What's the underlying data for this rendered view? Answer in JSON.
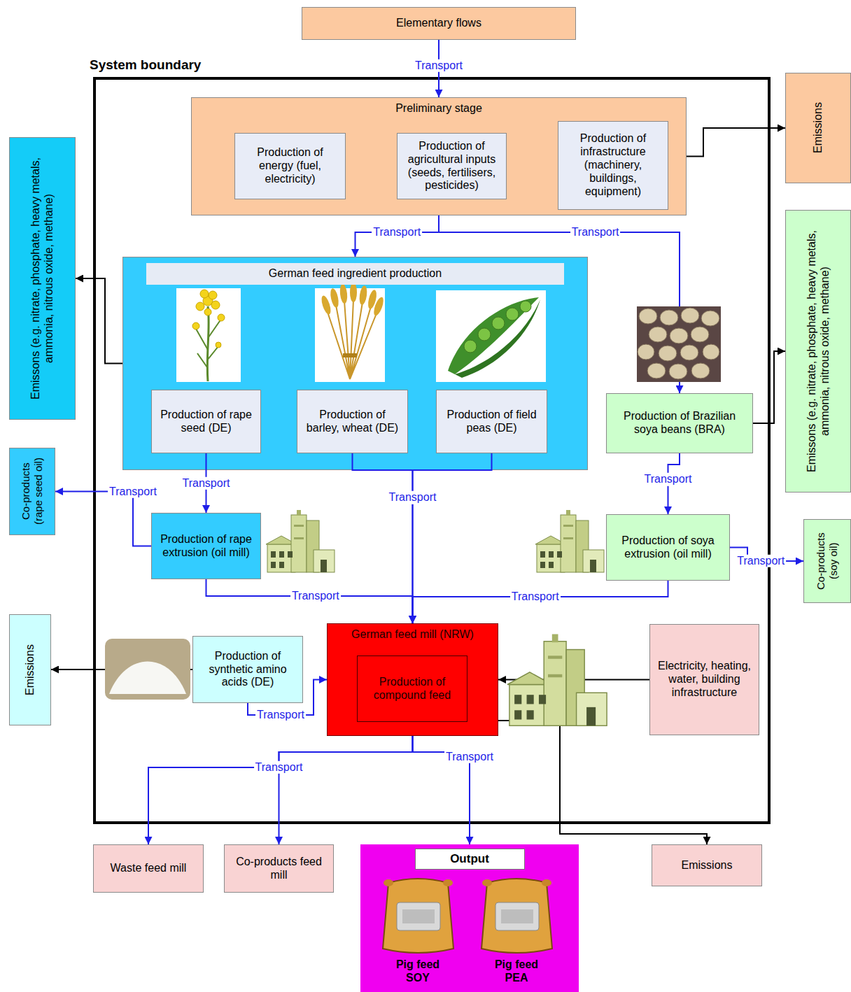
{
  "diagram": {
    "nodes": [
      {
        "text": [
          "Elementary flows"
        ]
      },
      {
        "text": [
          "System boundary"
        ]
      },
      {
        "text": [
          "Preliminary stage"
        ],
        "in": 1
      },
      {
        "text": [
          "Production of energy (fuel, electricity)"
        ],
        "in": 2
      },
      {
        "text": [
          "Production of agricultural inputs (seeds, fertilisers, pesticides)"
        ],
        "in": 2
      },
      {
        "text": [
          "Production of infrastructure (machinery, buildings, equipment)"
        ],
        "in": 2
      },
      {
        "text": [
          "Emissions"
        ]
      },
      {
        "text": [
          "Emissons (e.g. nitrate, phosphate, heavy metals, ammonia, nitrous oxide, methane)"
        ]
      },
      {
        "text": [
          "German feed ingredient production"
        ],
        "in": 1
      },
      {
        "text": [
          "Production of rape seed (DE)"
        ],
        "in": 8
      },
      {
        "text": [
          "Production of barley, wheat (DE)"
        ],
        "in": 8
      },
      {
        "text": [
          "Production of field peas (DE)"
        ],
        "in": 8
      },
      {
        "text": [
          "Production of Brazilian soya beans (BRA)"
        ],
        "in": 1
      },
      {
        "text": [
          "Emissons (e.g. nitrate, phosphate, heavy metals, ammonia, nitrous oxide, methane)"
        ]
      },
      {
        "text": [
          "Co-products (rape seed oil)"
        ]
      },
      {
        "text": [
          "Production of rape extrusion (oil mill)"
        ],
        "in": 1
      },
      {
        "text": [
          "Production of soya extrusion (oil mill)"
        ],
        "in": 1
      },
      {
        "text": [
          "Co-products (soy oil)"
        ]
      },
      {
        "text": [
          "Emissions"
        ]
      },
      {
        "text": [
          "Production of synthetic amino acids (DE)"
        ],
        "in": 1
      },
      {
        "text": [
          "German feed mill (NRW)"
        ],
        "in": 1
      },
      {
        "text": [
          "Production of compound feed"
        ],
        "in": 20
      },
      {
        "text": [
          "Electricity, heating, water, building infrastructure"
        ],
        "in": 1
      },
      {
        "text": [
          "Waste feed mill"
        ]
      },
      {
        "text": [
          "Co-products feed mill"
        ]
      },
      {
        "text": [
          "Output"
        ]
      },
      {
        "text": [
          "Emissions"
        ]
      }
    ],
    "edges": [
      {
        "from": 0,
        "to": 2,
        "label": "Transport",
        "arrow": "to"
      },
      {
        "from": 2,
        "to": 6,
        "arrow": "to"
      },
      {
        "from": 2,
        "to": 8,
        "label": "Transport",
        "arrow": "to"
      },
      {
        "from": 2,
        "to": 12,
        "label": "Transport",
        "arrow": "to"
      },
      {
        "from": 8,
        "to": 7,
        "arrow": "to"
      },
      {
        "from": 12,
        "to": 13,
        "arrow": "to"
      },
      {
        "from": 9,
        "to": 15,
        "label": "Transport",
        "arrow": "to"
      },
      {
        "from": 10,
        "to": 20,
        "label": "Transport",
        "arrow": "to"
      },
      {
        "from": 11,
        "to": 20,
        "arrow": "to"
      },
      {
        "from": 12,
        "to": 16,
        "label": "Transport",
        "arrow": "to"
      },
      {
        "from": 15,
        "to": 14,
        "label": "Transport",
        "arrow": "to"
      },
      {
        "from": 16,
        "to": 17,
        "label": "Transport",
        "arrow": "to"
      },
      {
        "from": 15,
        "to": 20,
        "label": "Transport",
        "arrow": "to"
      },
      {
        "from": 16,
        "to": 20,
        "label": "Transport",
        "arrow": "to"
      },
      {
        "from": 19,
        "to": 18,
        "arrow": "to"
      },
      {
        "from": 19,
        "to": 20,
        "label": "Transport",
        "arrow": "to"
      },
      {
        "from": 22,
        "to": 20,
        "arrow": "to"
      },
      {
        "from": 20,
        "to": 23,
        "label": "Transport",
        "arrow": "to"
      },
      {
        "from": 20,
        "to": 24,
        "arrow": "to"
      },
      {
        "from": 20,
        "to": 25,
        "label": "Transport",
        "arrow": "to"
      },
      {
        "from": 20,
        "to": 26,
        "arrow": "to"
      }
    ],
    "labels": [
      "Pig feed SOY",
      "Pig feed PEA"
    ]
  }
}
